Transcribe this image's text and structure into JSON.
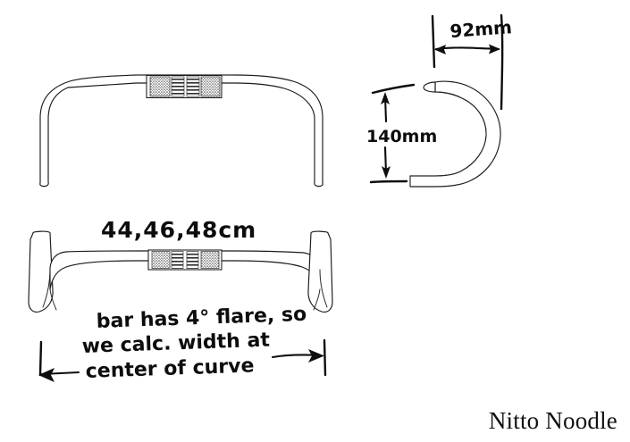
{
  "drawing": {
    "title": "Nitto Noodle",
    "subject": "drop handlebar technical sketch",
    "background_color": "#ffffff",
    "ink_color": "#0d0d0d"
  },
  "views": {
    "top_view": {
      "name": "front elevation of drop handlebar",
      "caption": ""
    },
    "side_profile": {
      "name": "drop bend side profile"
    },
    "plan_view": {
      "name": "top-down plan view of handlebar"
    }
  },
  "annotations": {
    "reach": {
      "value": "92mm",
      "meaning": "horizontal reach dimension",
      "orientation": "horizontal"
    },
    "drop": {
      "value": "140mm",
      "meaning": "vertical drop dimension",
      "orientation": "vertical"
    },
    "widths": {
      "value": "44,46,48cm",
      "meaning": "available handlebar widths"
    },
    "flare_note": {
      "line1": "bar has 4° flare, so",
      "line2": "we calc. width at",
      "line3": "center of curve"
    }
  },
  "brand": {
    "label": "Nitto Noodle"
  },
  "colors": {
    "ink": "#0d0d0d",
    "outline": "#1a1a1a",
    "paper": "#ffffff"
  }
}
